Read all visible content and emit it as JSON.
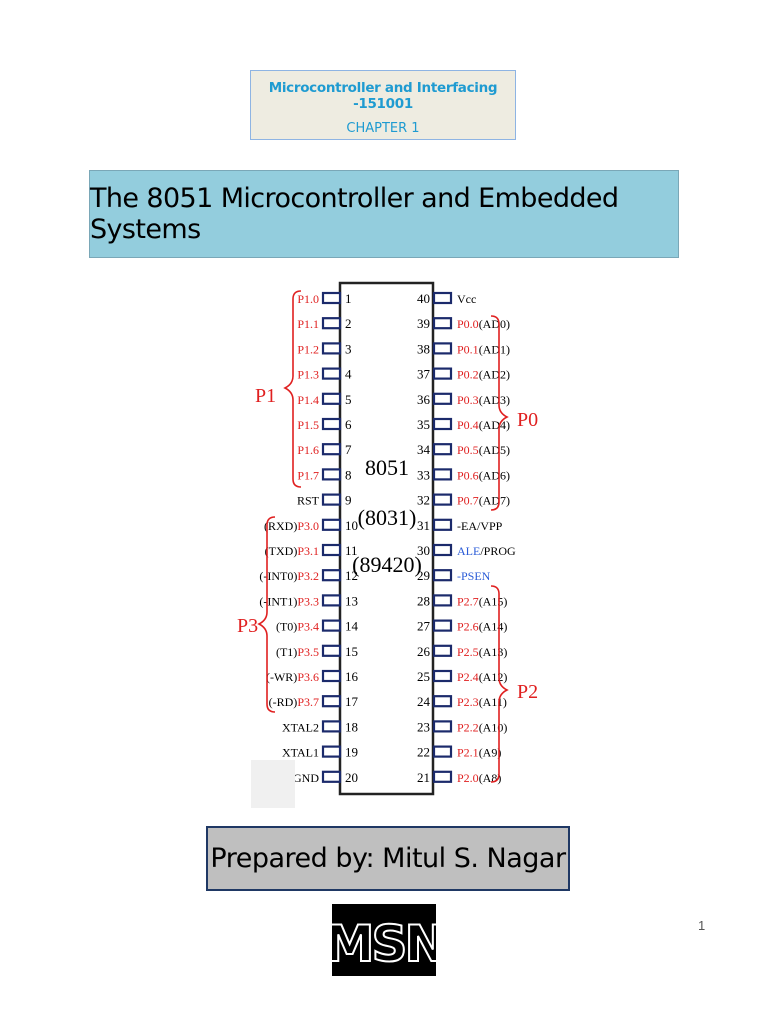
{
  "course": {
    "title": "Microcontroller and Interfacing -151001",
    "chapter": "CHAPTER 1"
  },
  "title": "The 8051 Microcontroller and Embedded Systems",
  "chip": {
    "labels": [
      "8051",
      "(8031)",
      "(89420)"
    ]
  },
  "ports": {
    "p1": "P1",
    "p3": "P3",
    "p0": "P0",
    "p2": "P2"
  },
  "left_pins": [
    {
      "num": "1",
      "alt": "",
      "name": "P1.0",
      "red": true
    },
    {
      "num": "2",
      "alt": "",
      "name": "P1.1",
      "red": true
    },
    {
      "num": "3",
      "alt": "",
      "name": "P1.2",
      "red": true
    },
    {
      "num": "4",
      "alt": "",
      "name": "P1.3",
      "red": true
    },
    {
      "num": "5",
      "alt": "",
      "name": "P1.4",
      "red": true
    },
    {
      "num": "6",
      "alt": "",
      "name": "P1.5",
      "red": true
    },
    {
      "num": "7",
      "alt": "",
      "name": "P1.6",
      "red": true
    },
    {
      "num": "8",
      "alt": "",
      "name": "P1.7",
      "red": true
    },
    {
      "num": "9",
      "alt": "",
      "name": "RST",
      "red": false
    },
    {
      "num": "10",
      "alt": "(RXD)",
      "name": "P3.0",
      "red": true
    },
    {
      "num": "11",
      "alt": "(TXD)",
      "name": "P3.1",
      "red": true
    },
    {
      "num": "12",
      "alt": "(-INT0)",
      "name": "P3.2",
      "red": true
    },
    {
      "num": "13",
      "alt": "(-INT1)",
      "name": "P3.3",
      "red": true
    },
    {
      "num": "14",
      "alt": "(T0)",
      "name": "P3.4",
      "red": true
    },
    {
      "num": "15",
      "alt": "(T1)",
      "name": "P3.5",
      "red": true
    },
    {
      "num": "16",
      "alt": "(-WR)",
      "name": "P3.6",
      "red": true
    },
    {
      "num": "17",
      "alt": "(-RD)",
      "name": "P3.7",
      "red": true
    },
    {
      "num": "18",
      "alt": "",
      "name": "XTAL2",
      "red": false
    },
    {
      "num": "19",
      "alt": "",
      "name": "XTAL1",
      "red": false
    },
    {
      "num": "20",
      "alt": "",
      "name": "GND",
      "red": false
    }
  ],
  "right_pins": [
    {
      "num": "40",
      "name": "Vcc",
      "alt": "",
      "color": "#000000"
    },
    {
      "num": "39",
      "name": "P0.0",
      "alt": "(AD0)",
      "color": "#e02020"
    },
    {
      "num": "38",
      "name": "P0.1",
      "alt": "(AD1)",
      "color": "#e02020"
    },
    {
      "num": "37",
      "name": "P0.2",
      "alt": "(AD2)",
      "color": "#e02020"
    },
    {
      "num": "36",
      "name": "P0.3",
      "alt": "(AD3)",
      "color": "#e02020"
    },
    {
      "num": "35",
      "name": "P0.4",
      "alt": "(AD4)",
      "color": "#e02020"
    },
    {
      "num": "34",
      "name": "P0.5",
      "alt": "(AD5)",
      "color": "#e02020"
    },
    {
      "num": "33",
      "name": "P0.6",
      "alt": "(AD6)",
      "color": "#e02020"
    },
    {
      "num": "32",
      "name": "P0.7",
      "alt": "(AD7)",
      "color": "#e02020"
    },
    {
      "num": "31",
      "name": "-EA/VPP",
      "alt": "",
      "color": "#000000"
    },
    {
      "num": "30",
      "name": "ALE",
      "alt": "/PROG",
      "color": "#2a5bd7"
    },
    {
      "num": "29",
      "name": "-PSEN",
      "alt": "",
      "color": "#2a5bd7"
    },
    {
      "num": "28",
      "name": "P2.7",
      "alt": "(A15)",
      "color": "#e02020"
    },
    {
      "num": "27",
      "name": "P2.6",
      "alt": "(A14)",
      "color": "#e02020"
    },
    {
      "num": "26",
      "name": "P2.5",
      "alt": "(A13)",
      "color": "#e02020"
    },
    {
      "num": "25",
      "name": "P2.4",
      "alt": "(A12)",
      "color": "#e02020"
    },
    {
      "num": "24",
      "name": "P2.3",
      "alt": "(A11)",
      "color": "#e02020"
    },
    {
      "num": "23",
      "name": "P2.2",
      "alt": "(A10)",
      "color": "#e02020"
    },
    {
      "num": "22",
      "name": "P2.1",
      "alt": "(A9)",
      "color": "#e02020"
    },
    {
      "num": "21",
      "name": "P2.0",
      "alt": "(A8)",
      "color": "#e02020"
    }
  ],
  "prepared_by": "Prepared by: Mitul S. Nagar",
  "logo_text": "MSN",
  "page_number": "1",
  "colors": {
    "title_bg": "#93cddd",
    "course_bg": "#eeece1",
    "course_text": "#1f9bd1",
    "prep_bg": "#bfbfbf",
    "prep_border": "#1f3864",
    "port_red": "#e02020",
    "ctrl_blue": "#2a5bd7"
  }
}
